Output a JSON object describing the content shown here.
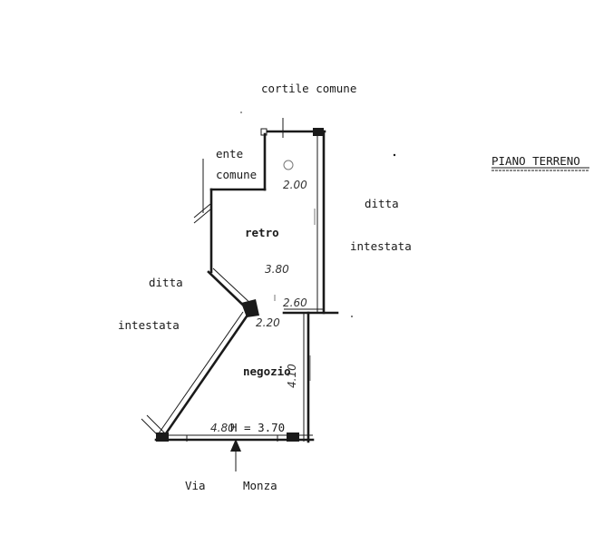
{
  "title": "PIANO TERRENO",
  "labels": {
    "courtyard": "cortile comune",
    "ente_line1": "ente",
    "ente_line2": "comune",
    "ditta_right_1": "ditta",
    "ditta_right_2": "intestata",
    "ditta_left_1": "ditta",
    "ditta_left_2": "intestata",
    "room_back": "retro",
    "room_shop": "negozio",
    "street_1": "Via",
    "street_2": "Monza",
    "height": "H = 3.70"
  },
  "dimensions": {
    "d_200": "2.00",
    "d_380": "3.80",
    "d_260": "2.60",
    "d_220": "2.20",
    "d_410": "4.10",
    "d_480": "4.80"
  },
  "colors": {
    "ink": "#1a1a1a",
    "pencil": "#777777",
    "paper": "#ffffff"
  }
}
